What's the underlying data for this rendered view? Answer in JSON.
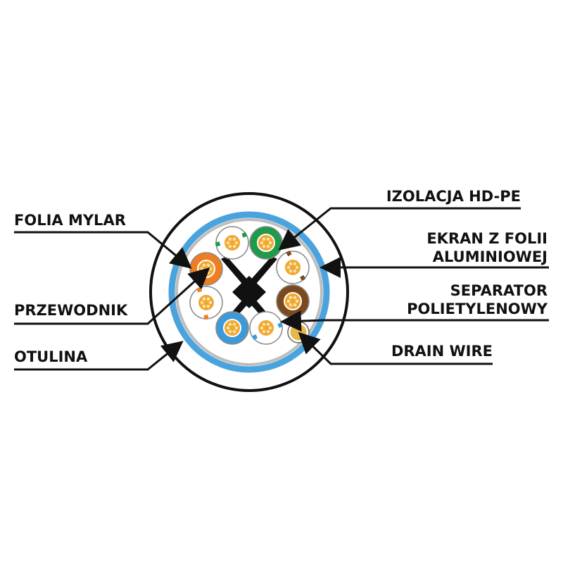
{
  "labels": {
    "folia_mylar": "FOLIA MYLAR",
    "przewodnik": "PRZEWODNIK",
    "otulina": "OTULINA",
    "izolacja": "IZOLACJA HD-PE",
    "ekran_line1": "EKRAN Z FOLII",
    "ekran_line2": "ALUMINIOWEJ",
    "separator_line1": "SEPARATOR",
    "separator_line2": "POLIETYLENOWY",
    "drain_wire": "DRAIN WIRE"
  },
  "colors": {
    "line": "#111111",
    "jacket": "#ffffff",
    "aluminium_foil": "#4aa3dc",
    "mylar": "#c8c8c8",
    "conductor": "#f0a830",
    "separator": "#111111",
    "pair_green": "#1f9a4a",
    "pair_orange": "#ef7d22",
    "pair_brown": "#7a4a1e",
    "pair_blue": "#3c9ad8",
    "drain_wire": "#e8b84a"
  }
}
